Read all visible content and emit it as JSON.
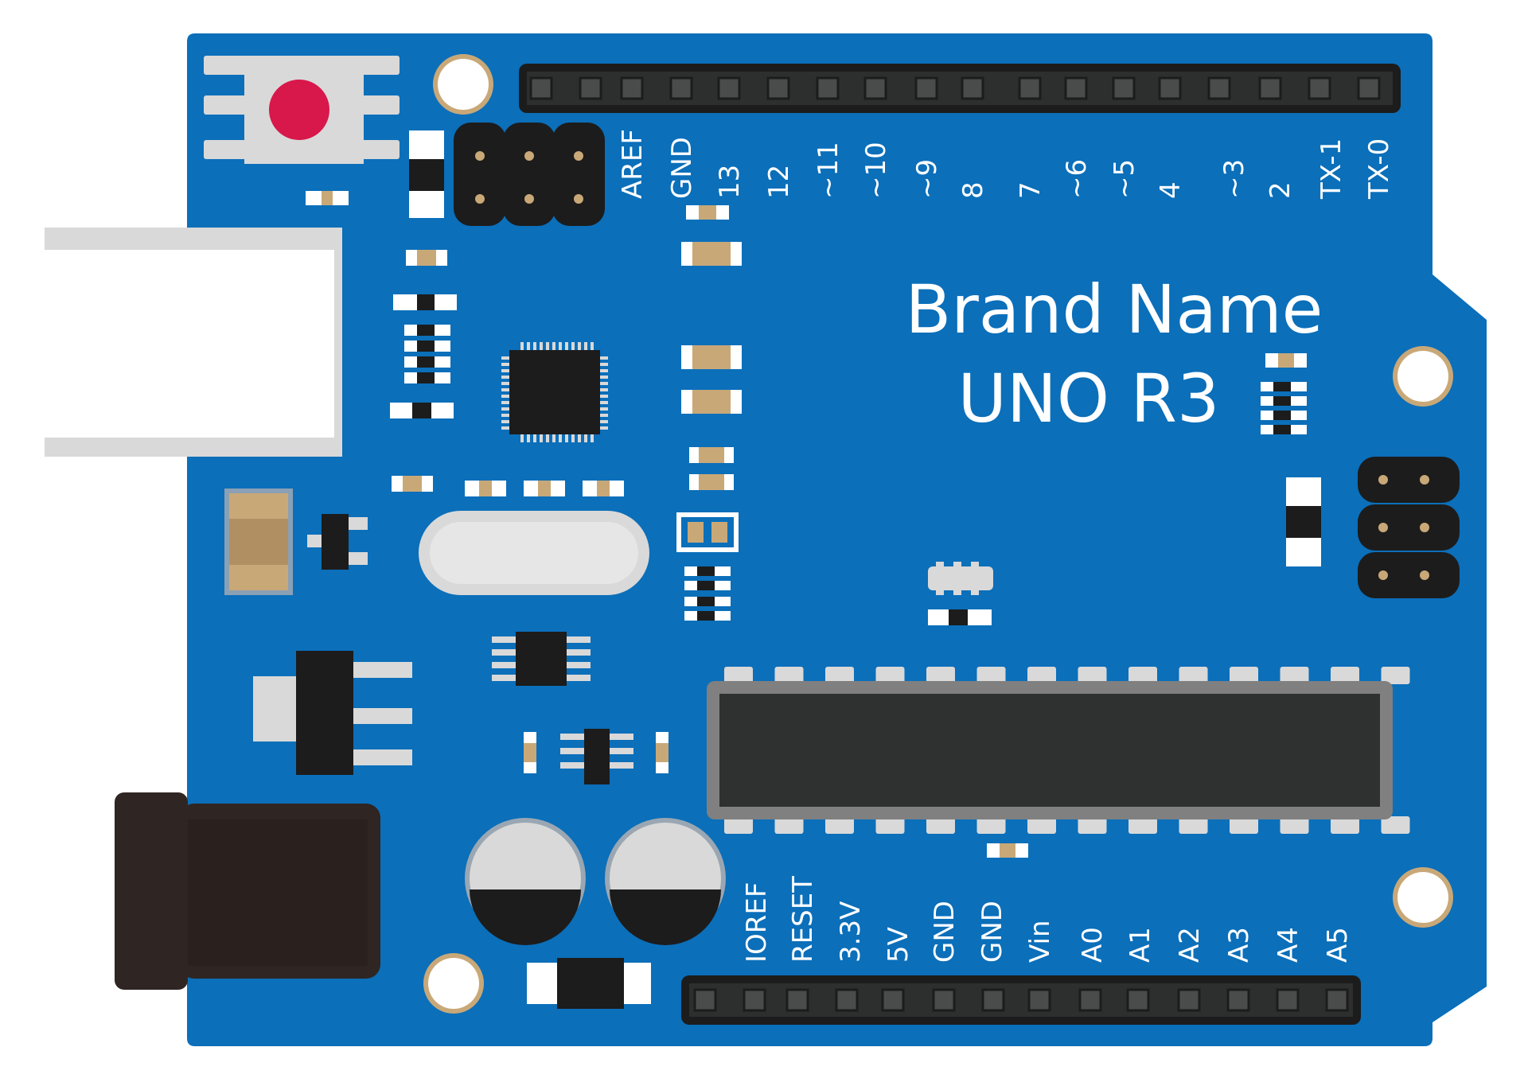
{
  "board": {
    "brand_line1": "Brand Name",
    "brand_line2": "UNO R3",
    "colors": {
      "pcb": "#0b6fba",
      "header": "#2d2e2e",
      "chip": "#1c1c1c",
      "copper": "#c9a878",
      "reset_button": "#d8174b",
      "silver": "#d9d9d9",
      "jack": "#2f2523"
    }
  },
  "digital_header": {
    "labels": [
      "AREF",
      "GND",
      "13",
      "12",
      "~11",
      "~10",
      "~9",
      "8",
      "7",
      "~6",
      "~5",
      "4",
      "~3",
      "2",
      "TX-1",
      "TX-0"
    ]
  },
  "power_header": {
    "labels": [
      "IOREF",
      "RESET",
      "3.3V",
      "5V",
      "GND",
      "GND",
      "Vin"
    ]
  },
  "analog_header": {
    "labels": [
      "A0",
      "A1",
      "A2",
      "A3",
      "A4",
      "A5"
    ]
  }
}
